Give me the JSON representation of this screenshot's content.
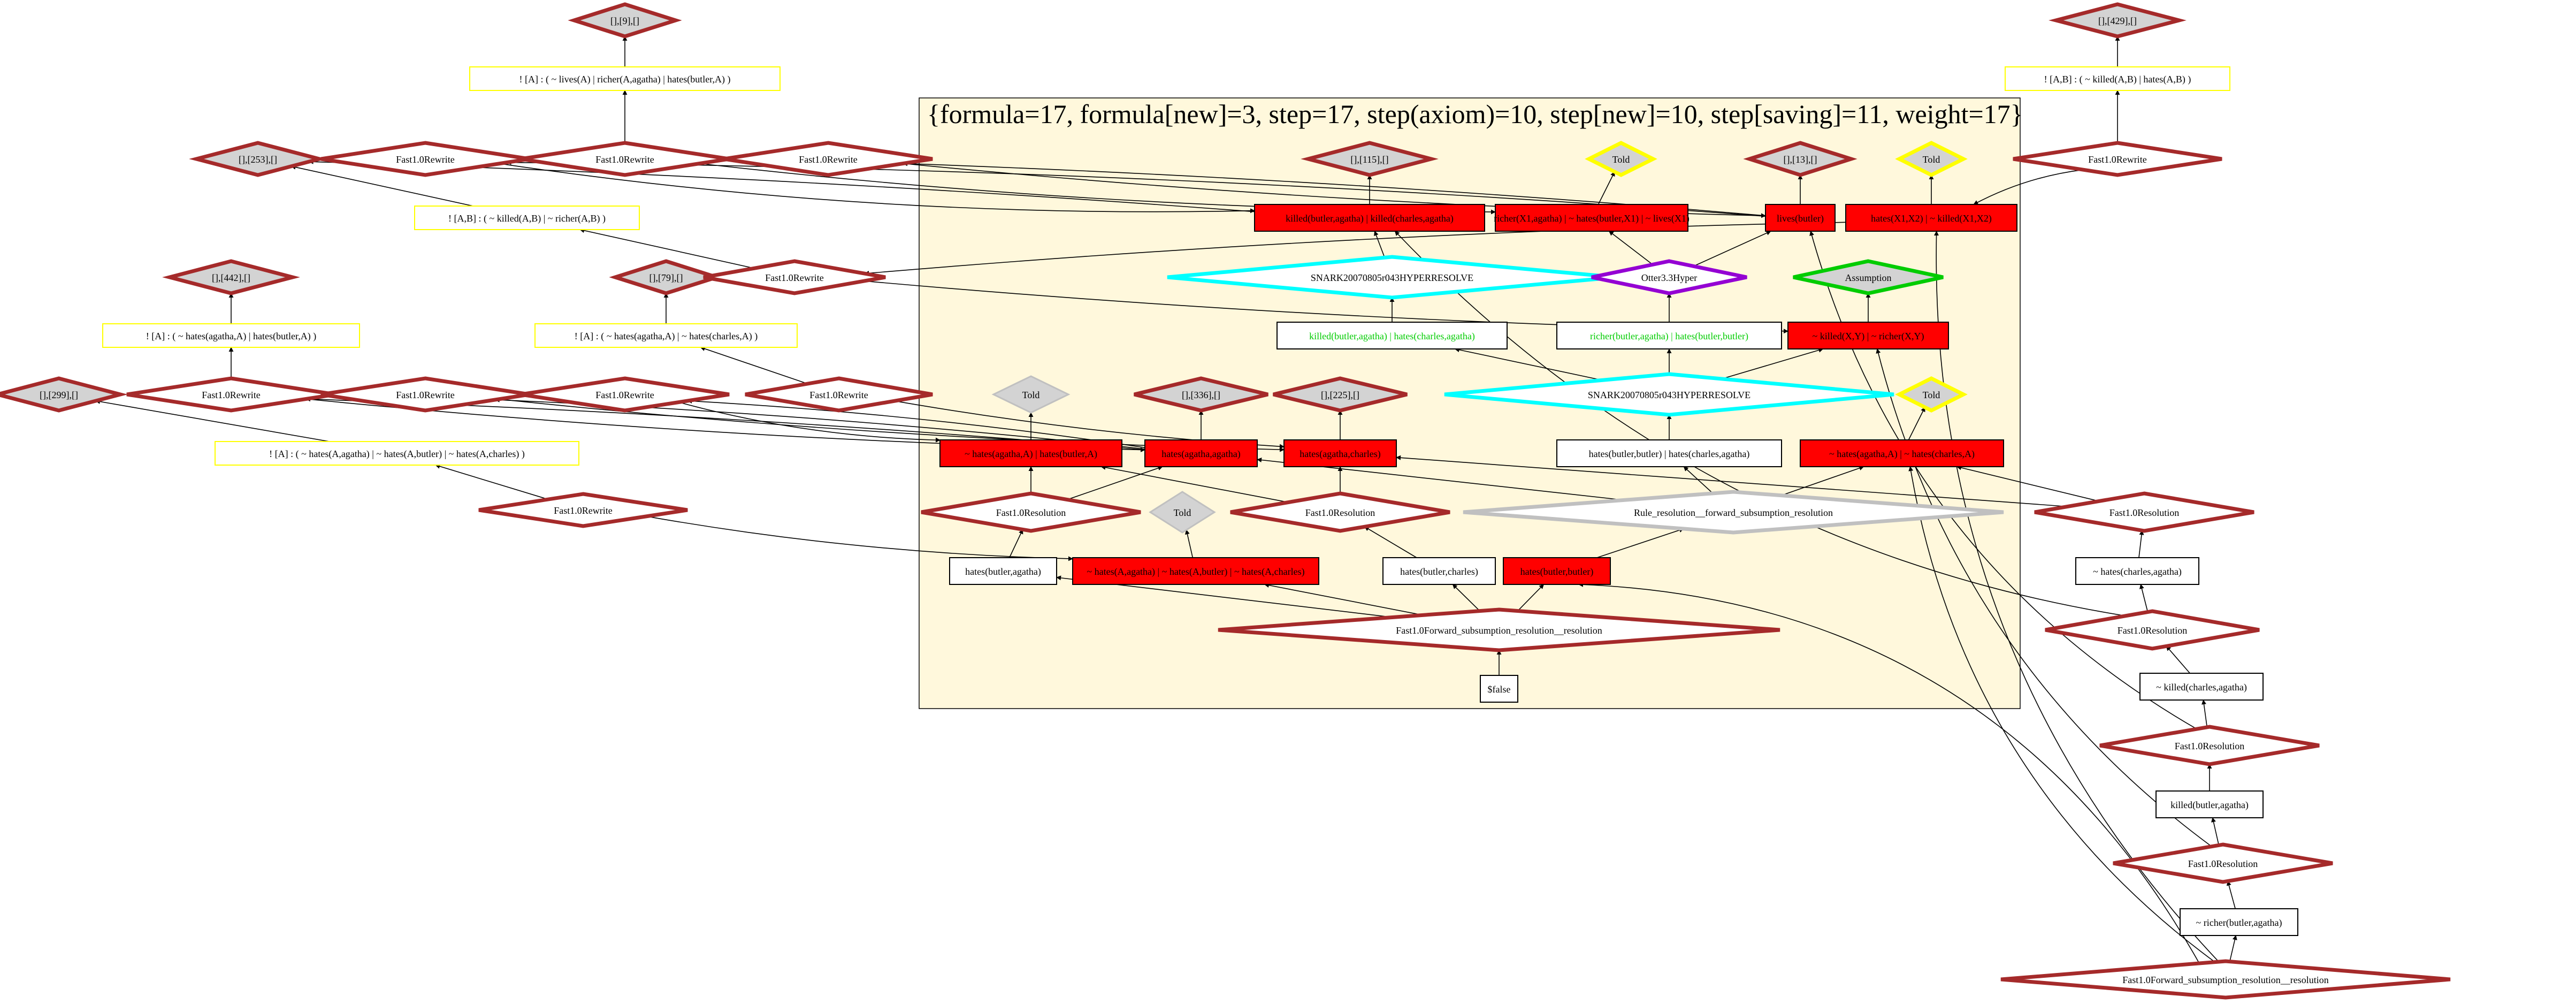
{
  "cluster": {
    "label": "{formula=17, formula[new]=3, step=17, step(axiom)=10, step[new]=10, step[saving]=11, weight=17}"
  },
  "colors": {
    "background": "#ffffff",
    "cluster_fill": "#fff8dc",
    "dark_red": "#a52a2a",
    "red_fill": "#ff0000",
    "diamond_gray": "#d3d3d3",
    "yellow": "#ffff00",
    "cyan": "#00ffff",
    "purple": "#9400d3",
    "green": "#00cc00",
    "gray_border": "#c0c0c0",
    "edge": "#000000"
  },
  "nodes": {
    "n_9": "[],[9],[]",
    "f_lives": "! [A] :   ( ~ lives(A)   | richer(A,agatha)   | hates(butler,A) )",
    "r1": "Fast1.0Rewrite",
    "n_253": "[],[253],[]",
    "r2": "Fast1.0Rewrite",
    "r3": "Fast1.0Rewrite",
    "f_killed_richer": "! [A,B] :   ( ~ killed(A,B)   | ~ richer(A,B) )",
    "n_79": "[],[79],[]",
    "r4": "Fast1.0Rewrite",
    "n_442": "[],[442],[]",
    "f_hates_agatha_butler": "! [A] :   ( ~ hates(agatha,A)   | hates(butler,A) )",
    "f_hates_agatha_charles": "! [A] :   ( ~ hates(agatha,A)   | ~ hates(charles,A) )",
    "n_299": "[],[299],[]",
    "r5": "Fast1.0Rewrite",
    "r6": "Fast1.0Rewrite",
    "r7": "Fast1.0Rewrite",
    "r8": "Fast1.0Rewrite",
    "f_hates_three": "! [A] :   ( ~ hates(A,agatha)   | ~ hates(A,butler)   | ~ hates(A,charles) )",
    "r9": "Fast1.0Rewrite",
    "n_429": "[],[429],[]",
    "f_killed_hates": "! [A,B] :   ( ~ killed(A,B)   | hates(A,B) )",
    "r10": "Fast1.0Rewrite",
    "n_115": "[],[115],[]",
    "told1": "Told",
    "n_13": "[],[13],[]",
    "told2": "Told",
    "c_killed_or": "killed(butler,agatha)   | killed(charles,agatha)",
    "c_richer_hates_lives": "richer(X1,agatha)   | ~ hates(butler,X1)   | ~ lives(X1)",
    "c_lives_butler": "lives(butler)",
    "c_hates_killed": "hates(X1,X2)   | ~ killed(X1,X2)",
    "snark1": "SNARK20070805r043HYPERRESOLVE",
    "otter": "Otter3.3Hyper",
    "assumption": "Assumption",
    "c_g_killed": "killed(butler,agatha)   | hates(charles,agatha)",
    "c_g_richer": "richer(butler,agatha)   | hates(butler,butler)",
    "c_killed_richer": "~ killed(X,Y)   | ~ richer(X,Y)",
    "told3": "Told",
    "n_336": "[],[336],[]",
    "n_225": "[],[225],[]",
    "snark2": "SNARK20070805r043HYPERRESOLVE",
    "told4": "Told",
    "c_hates_agatha_butler": "~ hates(agatha,A)   | hates(butler,A)",
    "c_hates_agatha_agatha": "hates(agatha,agatha)",
    "c_hates_agatha_charles": "hates(agatha,charles)",
    "c_g_hates_bb_ca": "hates(butler,butler)   | hates(charles,agatha)",
    "c_hates_agatha_A_charles": "~ hates(agatha,A)   | ~ hates(charles,A)",
    "res1": "Fast1.0Resolution",
    "told5": "Told",
    "res2": "Fast1.0Resolution",
    "rule_res": "Rule_resolution__forward_subsumption_resolution",
    "res3": "Fast1.0Resolution",
    "c_hates_butler_agatha": "hates(butler,agatha)",
    "c_hates_three": "~ hates(A,agatha)   | ~ hates(A,butler)   | ~ hates(A,charles)",
    "c_hates_butler_charles": "hates(butler,charles)",
    "c_hates_butler_butler": "hates(butler,butler)",
    "c_not_hates_charles_agatha": "~ hates(charles,agatha)",
    "fwd1": "Fast1.0Forward_subsumption_resolution__resolution",
    "res4": "Fast1.0Resolution",
    "c_false": "$false",
    "c_not_killed_charles_agatha": "~ killed(charles,agatha)",
    "res5": "Fast1.0Resolution",
    "c_killed_butler_agatha": "killed(butler,agatha)",
    "res6": "Fast1.0Resolution",
    "c_not_richer_butler_agatha": "~ richer(butler,agatha)",
    "fwd2": "Fast1.0Forward_subsumption_resolution__resolution"
  }
}
